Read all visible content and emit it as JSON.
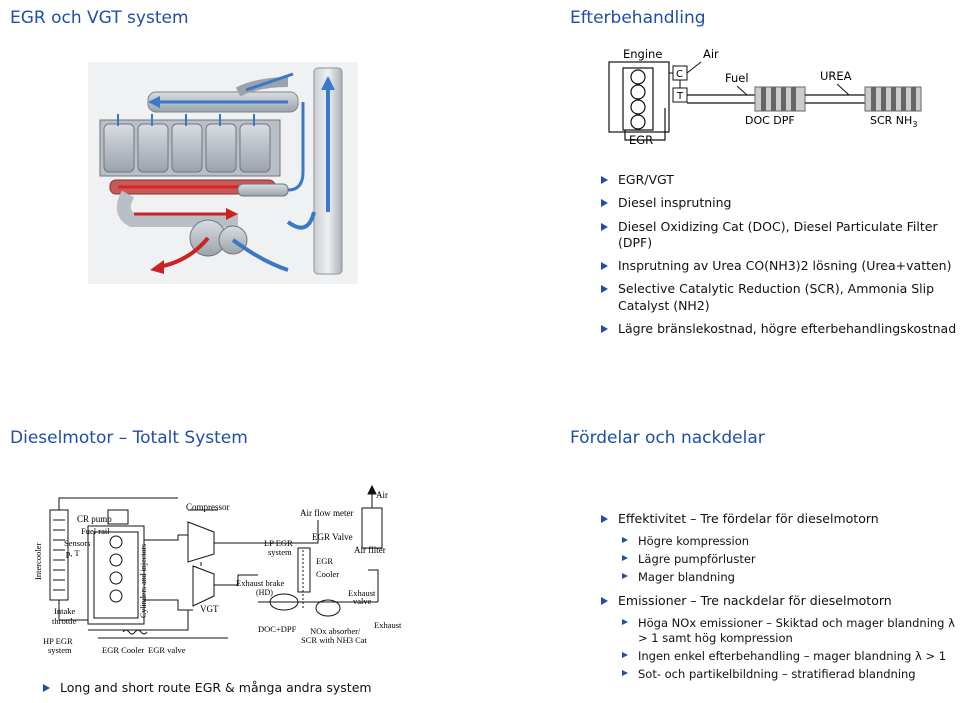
{
  "slide1": {
    "title": "EGR och VGT system"
  },
  "slide2": {
    "title": "Efterbehandling",
    "diagram": {
      "engine": "Engine",
      "air": "Air",
      "c": "C",
      "t": "T",
      "fuel": "Fuel",
      "urea": "UREA",
      "doc_dpf": "DOC DPF",
      "scr_nh3": "SCR  NH",
      "sub3": "3",
      "egr": "EGR"
    },
    "bullets": [
      "EGR/VGT",
      "Diesel insprutning",
      "Diesel Oxidizing Cat (DOC), Diesel Particulate Filter (DPF)",
      "Insprutning av Urea CO(NH3)2 lösning (Urea+vatten)",
      "Selective Catalytic Reduction (SCR), Ammonia Slip Catalyst (NH2)",
      "Lägre bränslekostnad, högre efterbehandlingskostnad"
    ]
  },
  "slide3": {
    "title": "Dieselmotor – Totalt System",
    "diagram": {
      "air": "Air",
      "compressor": "Compressor",
      "cr_pump": "CR pump",
      "fuel_rail": "Fuel rail",
      "air_flow_meter": "Air flow meter",
      "egr_valve_top": "EGR Valve",
      "air_filter": "Air filter",
      "lp_egr_1": "LP EGR",
      "lp_egr_2": "system",
      "egr_cooler_1": "EGR",
      "egr_cooler_2": "Cooler",
      "intercooler": "Intercooler",
      "sensors_1": "Sensors",
      "sensors_2": "p, T",
      "cylinders": "Cylinders and injectors",
      "exhaust_brake_1": "Exhaust brake",
      "exhaust_brake_2": "(HD)",
      "exhaust_valve_1": "Exhaust",
      "exhaust_valve_2": "valve",
      "intake_throttle_1": "Intake",
      "intake_throttle_2": "throttle",
      "vgt": "VGT",
      "exhaust": "Exhaust",
      "doc_dpf": "DOC+DPF",
      "nox_1": "NOx absorber/",
      "nox_2": "SCR with NH3 Cat",
      "hp_egr_1": "HP EGR",
      "hp_egr_2": "system",
      "egr_cooler_bottom": "EGR Cooler",
      "egr_valve_bottom": "EGR valve"
    },
    "bullet": "Long and short route EGR & många andra system"
  },
  "slide4": {
    "title": "Fördelar och nackdelar",
    "items": [
      {
        "text": "Effektivitet – Tre fördelar för dieselmotorn",
        "level": 1
      },
      {
        "text": "Högre kompression",
        "level": 2
      },
      {
        "text": "Lägre pumpförluster",
        "level": 2
      },
      {
        "text": "Mager blandning",
        "level": 2
      },
      {
        "text": "Emissioner – Tre nackdelar för dieselmotorn",
        "level": 1
      },
      {
        "text": "Höga NOx emissioner – Skiktad och mager blandning λ > 1 samt hög kompression",
        "level": 2
      },
      {
        "text": "Ingen enkel efterbehandling – mager blandning λ > 1",
        "level": 2
      },
      {
        "text": "Sot- och partikelbildning – stratifierad blandning",
        "level": 2
      }
    ]
  }
}
